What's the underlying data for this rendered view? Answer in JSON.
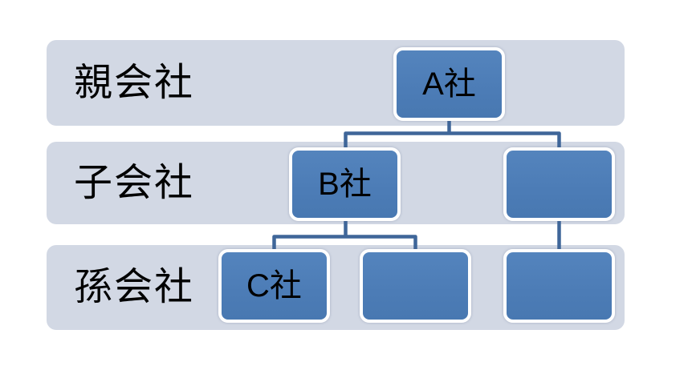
{
  "diagram": {
    "type": "org-chart",
    "language": "ja",
    "rows": [
      {
        "id": "parent",
        "label": "親会社",
        "nodes": [
          {
            "id": "A",
            "label": "A社"
          }
        ]
      },
      {
        "id": "child",
        "label": "子会社",
        "nodes": [
          {
            "id": "B",
            "label": "B社"
          },
          {
            "id": "sub-2",
            "label": ""
          }
        ]
      },
      {
        "id": "grand",
        "label": "孫会社",
        "nodes": [
          {
            "id": "C",
            "label": "C社"
          },
          {
            "id": "grand-2",
            "label": ""
          },
          {
            "id": "grand-3",
            "label": ""
          }
        ]
      }
    ],
    "edges": [
      {
        "from": "A",
        "to": "B"
      },
      {
        "from": "A",
        "to": "sub-2"
      },
      {
        "from": "B",
        "to": "C"
      },
      {
        "from": "B",
        "to": "grand-2"
      },
      {
        "from": "sub-2",
        "to": "grand-3"
      }
    ],
    "colors": {
      "background": "#ffffff",
      "band_fill": "#d2d8e4",
      "node_fill": "#4e7eb8",
      "node_border": "#ffffff",
      "connector": "#3f6699",
      "text": "#000000"
    }
  }
}
